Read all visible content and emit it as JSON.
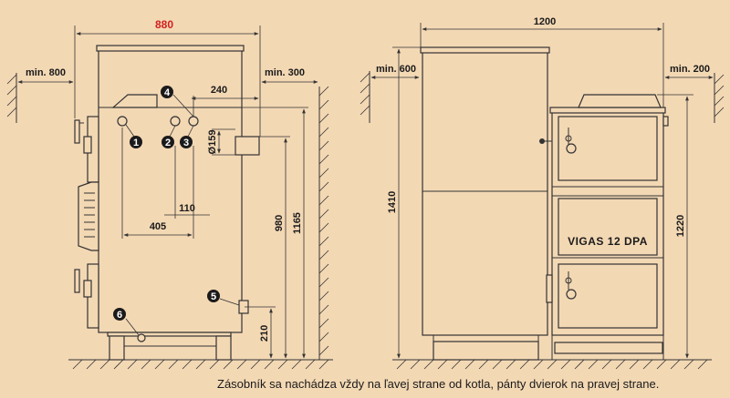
{
  "side_view": {
    "width_label": "880",
    "left_clearance": "min. 800",
    "right_clearance": "min. 300",
    "dim_240": "240",
    "dim_159": "Ø159",
    "dim_110": "110",
    "dim_405": "405",
    "dim_980": "980",
    "dim_1165": "1165",
    "dim_210": "210",
    "markers": [
      "1",
      "2",
      "3",
      "4",
      "5",
      "6"
    ]
  },
  "front_view": {
    "width_label": "1200",
    "left_clearance": "min. 600",
    "right_clearance": "min. 200",
    "height_1410": "1410",
    "height_1220": "1220",
    "model": "VIGAS  12 DPA"
  },
  "caption": "Zásobník sa nachádza vždy na ľavej strane od kotla, pánty dvierok na pravej strane.",
  "colors": {
    "background": "#f3d8b4",
    "accent": "#d02020",
    "line": "#333333"
  }
}
